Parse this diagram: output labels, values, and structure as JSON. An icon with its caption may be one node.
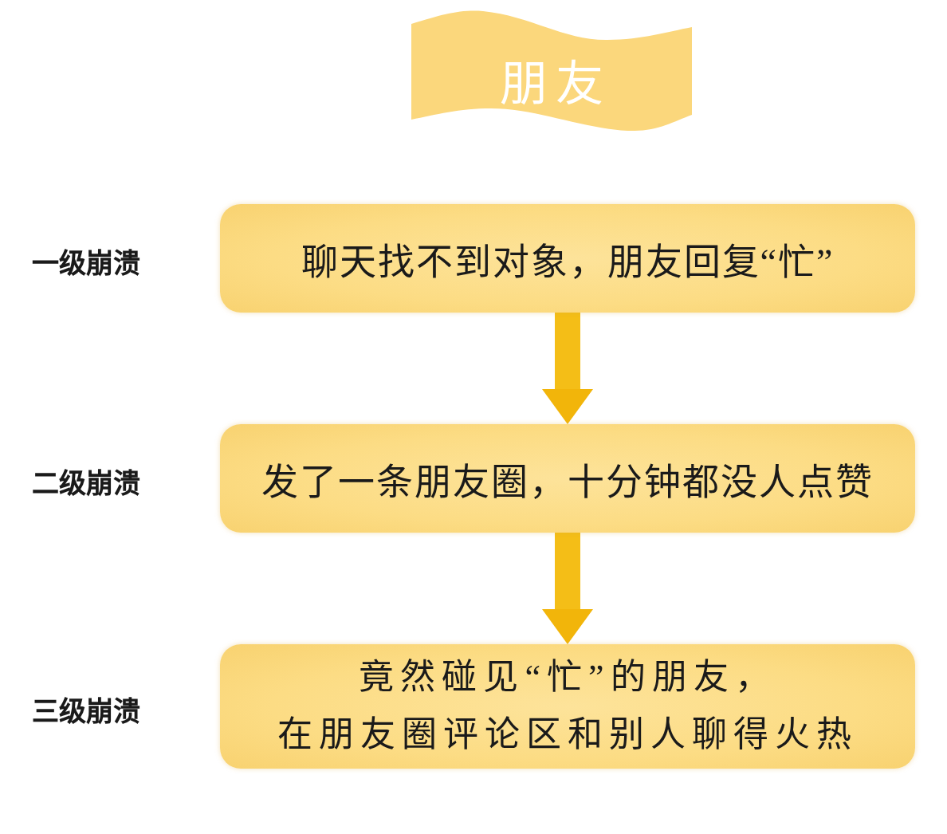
{
  "diagram": {
    "nodes": [
      {
        "text": [
          "朋友"
        ]
      },
      {
        "text": [
          "聊天找不到对象，朋友回复“忙”"
        ],
        "beside": [
          "一级崩溃"
        ]
      },
      {
        "text": [
          "发了一条朋友圈，十分钟都没人点赞"
        ],
        "beside": [
          "二级崩溃"
        ]
      },
      {
        "text": [
          "竟然碰见“忙”的朋友，在朋友圈评论区和别人聊得火热"
        ],
        "beside": [
          "三级崩溃"
        ]
      }
    ],
    "edges": [
      {
        "from": 1,
        "to": 2,
        "arrow": "to"
      },
      {
        "from": 2,
        "to": 3,
        "arrow": "to"
      }
    ]
  }
}
